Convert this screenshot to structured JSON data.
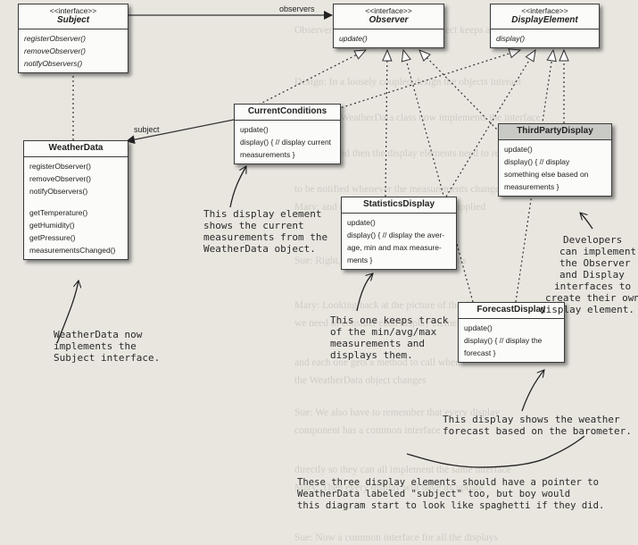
{
  "classes": {
    "subject": {
      "stereotype": "<<interface>>",
      "name": "Subject",
      "methods": [
        "registerObserver()",
        "removeObserver()",
        "notifyObservers()"
      ]
    },
    "observer": {
      "stereotype": "<<interface>>",
      "name": "Observer",
      "methods": [
        "update()"
      ]
    },
    "display_element": {
      "stereotype": "<<interface>>",
      "name": "DisplayElement",
      "methods": [
        "display()"
      ]
    },
    "current_conditions": {
      "name": "CurrentConditions",
      "methods": [
        "update()",
        "display() { // display current",
        "measurements }"
      ]
    },
    "third_party": {
      "name": "ThirdPartyDisplay",
      "methods": [
        "update()",
        "display() { // display",
        "something else based on",
        "measurements }"
      ]
    },
    "weather_data": {
      "name": "WeatherData",
      "methods_a": [
        "registerObserver()",
        "removeObserver()",
        "notifyObservers()"
      ],
      "methods_b": [
        "getTemperature()",
        "getHumidity()",
        "getPressure()",
        "measurementsChanged()"
      ]
    },
    "statistics": {
      "name": "StatisticsDisplay",
      "methods": [
        "update()",
        "display() { // display the aver-",
        "age, min and max measure-",
        "ments }"
      ]
    },
    "forecast": {
      "name": "ForecastDisplay",
      "methods": [
        "update()",
        "display() { // display the",
        "forecast }"
      ]
    }
  },
  "labels": {
    "observers": "observers",
    "subject": "subject"
  },
  "notes": {
    "current_conditions": [
      "This display element",
      "shows the current",
      "measurements from the",
      "WeatherData object."
    ],
    "weatherdata": [
      "WeatherData now",
      "implements the",
      "Subject interface."
    ],
    "statistics": [
      "This one keeps track",
      "of the min/avg/max",
      "measurements and",
      "displays them."
    ],
    "developers": [
      "Developers",
      "can implement",
      "the Observer",
      "and Display",
      "interfaces to",
      "create their own",
      "display element."
    ],
    "forecast": [
      "This display shows the weather",
      "forecast based on the barometer."
    ],
    "spaghetti": [
      "These three display elements should have a pointer to",
      "WeatherData labeled \"subject\" too, but boy would",
      "this diagram start to look like spaghetti if they did."
    ]
  }
}
